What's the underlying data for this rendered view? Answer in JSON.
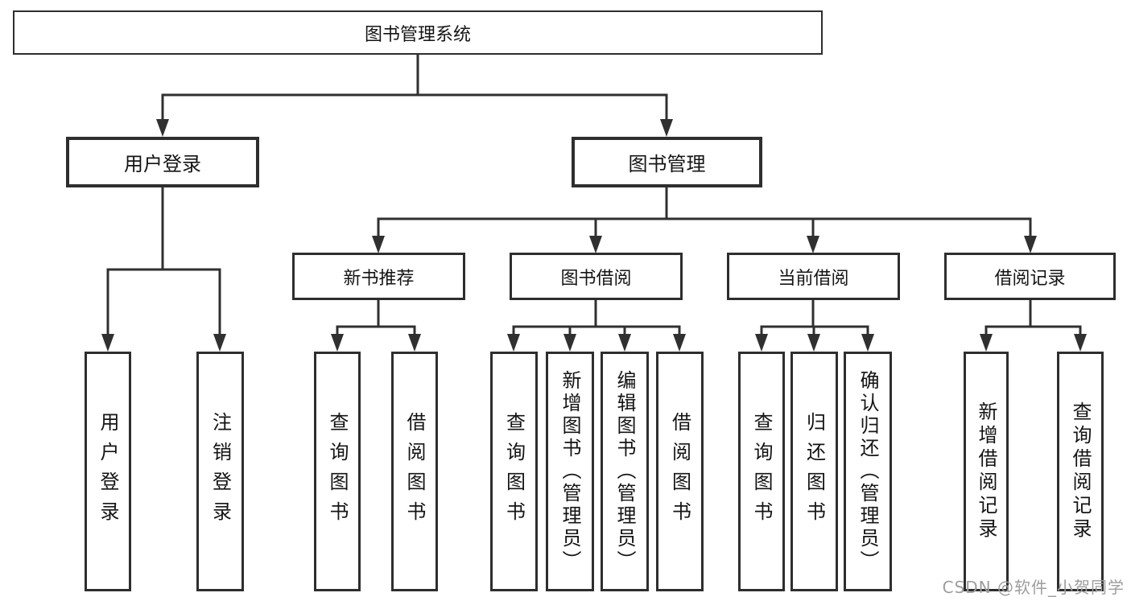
{
  "diagram_title": "图书管理系统",
  "nodes": {
    "root": "图书管理系统",
    "user_login": "用户登录",
    "book_mgmt": "图书管理",
    "new_books": "新书推荐",
    "book_borrow": "图书借阅",
    "current_borrow": "当前借阅",
    "borrow_records": "借阅记录",
    "user_login_children": [
      "用户登录",
      "注销登录"
    ],
    "new_books_children": [
      "查询图书",
      "借阅图书"
    ],
    "book_borrow_children": [
      "查询图书",
      "新增图书（管理员）",
      "编辑图书（管理员）",
      "借阅图书"
    ],
    "current_borrow_children": [
      "查询图书",
      "归还图书",
      "确认归还（管理员）"
    ],
    "borrow_records_children": [
      "新增借阅记录",
      "查询借阅记录"
    ]
  },
  "watermark": {
    "text": "CSDN @软件_小贺同学",
    "color": "#9d9d9d"
  },
  "colors": {
    "line": "#303030",
    "box_border": "#2e2e2e",
    "text": "#141414",
    "background": "#ffffff"
  }
}
